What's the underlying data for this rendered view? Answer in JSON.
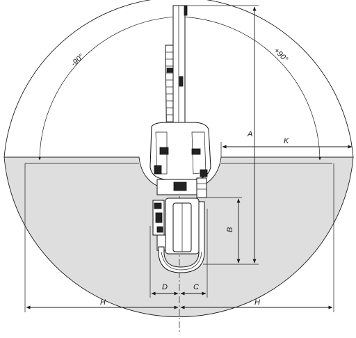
{
  "labels": {
    "angle_minus": "-90°",
    "angle_plus": "+90°",
    "dim_A": "A",
    "dim_B": "B",
    "dim_C": "C",
    "dim_D": "D",
    "dim_H_left": "H",
    "dim_H_right": "H",
    "dim_K": "K"
  },
  "colors": {
    "workspace_fill": "#dedede",
    "line": "#1a1a1a",
    "background": "#ffffff"
  }
}
